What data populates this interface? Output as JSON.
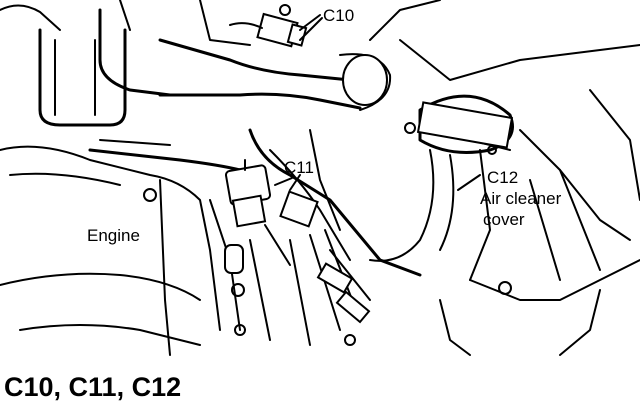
{
  "labels": {
    "c10": "C10",
    "c11": "C11",
    "c12": "C12",
    "air_cleaner_line1": "Air cleaner",
    "air_cleaner_line2": "cover",
    "engine": "Engine"
  },
  "caption": "C10, C11, C12"
}
